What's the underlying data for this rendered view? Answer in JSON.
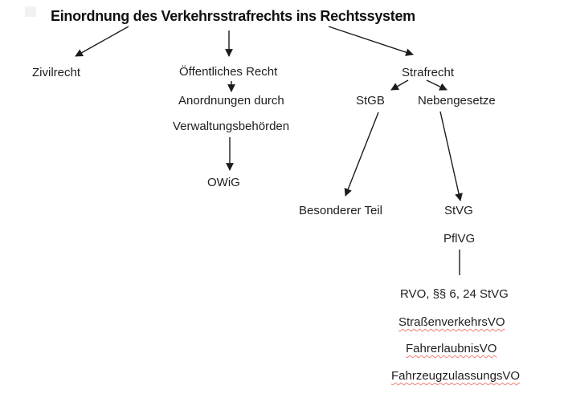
{
  "diagram": {
    "title": "Einordnung des Verkehrsstrafrechts ins Rechtssystem",
    "nodes": {
      "zivilrecht": "Zivilrecht",
      "oeffentliches_recht": "Öffentliches Recht",
      "strafrecht": "Strafrecht",
      "anordnungen_durch": "Anordnungen durch",
      "verwaltungsbehoerden": "Verwaltungsbehörden",
      "owig": "OWiG",
      "stgb": "StGB",
      "nebengesetze": "Nebengesetze",
      "besonderer_teil": "Besonderer Teil",
      "stvg": "StVG",
      "pflvg": "PflVG",
      "rvo": "RVO, §§ 6, 24 StVG",
      "strassenverkehrsvo": "StraßenverkehrsVO",
      "fahrerlaubnisvo": "FahrerlaubnisVO",
      "fahrzeugzulassungsvo": "FahrzeugzulassungsVO"
    },
    "colors": {
      "text": "#1e1e1e",
      "title_text": "#111111",
      "arrow": "#1c1c1c",
      "spellcheck_underline": "#ef7d72",
      "background": "#ffffff"
    }
  }
}
